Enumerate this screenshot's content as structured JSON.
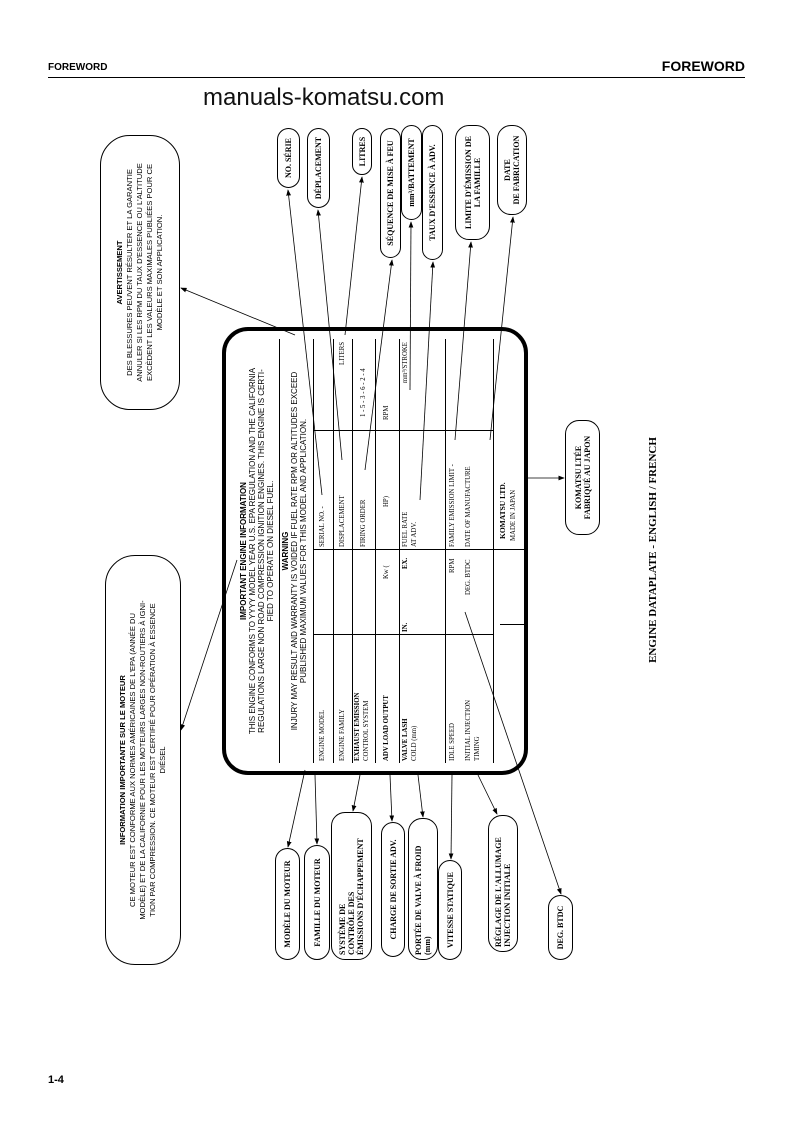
{
  "header": {
    "left": "FOREWORD",
    "right": "FOREWORD"
  },
  "footer": {
    "page_number": "1-4"
  },
  "watermark": "manuals-komatsu.com",
  "caption": "ENGINE DATAPLATE - ENGLISH / FRENCH",
  "dataplate": {
    "title": "IMPORTANT ENGINE INFORMATION",
    "statement": [
      "THIS ENGINE CONFORMS TO YYYY MODEL YEAR U.S. EPA REGULATION AND THE CALIFORNIA",
      "REGULATIONS LARGE NON ROAD COMPRESSION IGNITION ENGINES. THIS ENGINE IS CERTI-",
      "FIED TO OPERATE ON DIESEL FUEL."
    ],
    "warning_title": "WARNING",
    "warning": [
      "INJURY MAY RESULT AND WARRANTY IS VOIDED IF FUEL RATE RPM OR ALTITUDES EXCEED",
      "PUBLISHED MAXIMUM VALUES FOR THIS MODEL AND APPLICATION."
    ],
    "cells": {
      "engine_model": "ENGINE MODEL",
      "serial_no": "SERIAL NO. -",
      "engine_family": "ENGINE FAMILY",
      "displacement": "DISPLACEMENT",
      "liters": "LITERS",
      "exhaust_1": "EXHAUST EMISSION",
      "exhaust_2": "CONTROL SYSTEM",
      "firing_order": "FIRING ORDER",
      "firing_value": "1 - 5 - 3 - 6 - 2 - 4",
      "adv_load": "ADV LOAD OUTPUT",
      "kw": "Kw   (",
      "hp": "HP)",
      "rpm": "RPM",
      "valve_1": "VALVE LASH",
      "valve_2": "COLD (mm)",
      "in": "IN.",
      "ex": "EX.",
      "fuel_1": "FUEL RATE",
      "fuel_2": "AT ADV.",
      "stroke": "mm³/STROKE",
      "idle": "IDLE SPEED",
      "idle_rpm": "RPM",
      "family_limit": "FAMILY EMISSION LIMIT -",
      "timing_1": "INITIAL INJECTION",
      "timing_2": "TIMING",
      "deg_btdc": "DEG. BTDC",
      "date": "DATE OF MANUFACTURE",
      "maker_1": "KOMATSU LTD.",
      "maker_2": "MADE IN JAPAN"
    }
  },
  "callouts": {
    "avertissement": {
      "title": "AVERTISSEMENT",
      "lines": [
        "DES BLESSURES PEUVENT RÉSULTER ET LA GARANTIE",
        "ANNULER SI LES RPM DU TAUX D'ESSENCE OU L'ALTITUDE",
        "EXCÈDENT LES VALEURS MAXIMALES PUBLIÉES POUR CE",
        "MODÈLE ET SON APPLICATION."
      ]
    },
    "information": {
      "title": "INFORMATION IMPORTANTE SUR LE MOTEUR",
      "lines": [
        "CE MOTEUR EST CONFORME AUX NORMES AMÉRICAINES DE L'EPA (ANNÉE DU",
        "MODÈLE) ET DE LA CALIFORNIE POUR LES MOTEURS LARGES NON-ROUTIERS À IGNI-",
        "TION PAR COMPRESSION.  CE MOTEUR EST CERTIFIÉ POUR OPÉRATION À ESSENCE",
        "DIÉSEL"
      ]
    },
    "no_serie": "NO. SÉRIE",
    "deplacement": "DÉPLACEMENT",
    "litres": "LITRES",
    "sequence": "SÉQUENCE DE MISE À FEU",
    "battement": "mm³/BATTEMENT",
    "taux": "TAUX D'ESSENCE À ADV.",
    "limite": [
      "LIMITE D'ÉMISSION DE",
      "LA FAMILLE"
    ],
    "date": [
      "DATE",
      "DE FABRICATION"
    ],
    "komatsu": [
      "KOMATSU LTÉE",
      "FABRIQUÉ AU JAPON"
    ],
    "modele": "MODÈLE DU MOTEUR",
    "famille": "FAMILLE DU MOTEUR",
    "systeme": [
      "SYSTÈME DE",
      "CONTRÔLE DES",
      "ÉMISSIONS D'ÉCHAPPEMENT"
    ],
    "charge": "CHARGE DE SORTIE ADV.",
    "portee": [
      "PORTÉE DE VALVE À FROID",
      "(mm)"
    ],
    "vitesse": "VITESSE STATIQUE",
    "reglage": [
      "RÉGLAGE DE L'ALLUMAGE",
      "INJECTION INITIALE"
    ],
    "deg_btdc": "DEG. BTDC"
  }
}
